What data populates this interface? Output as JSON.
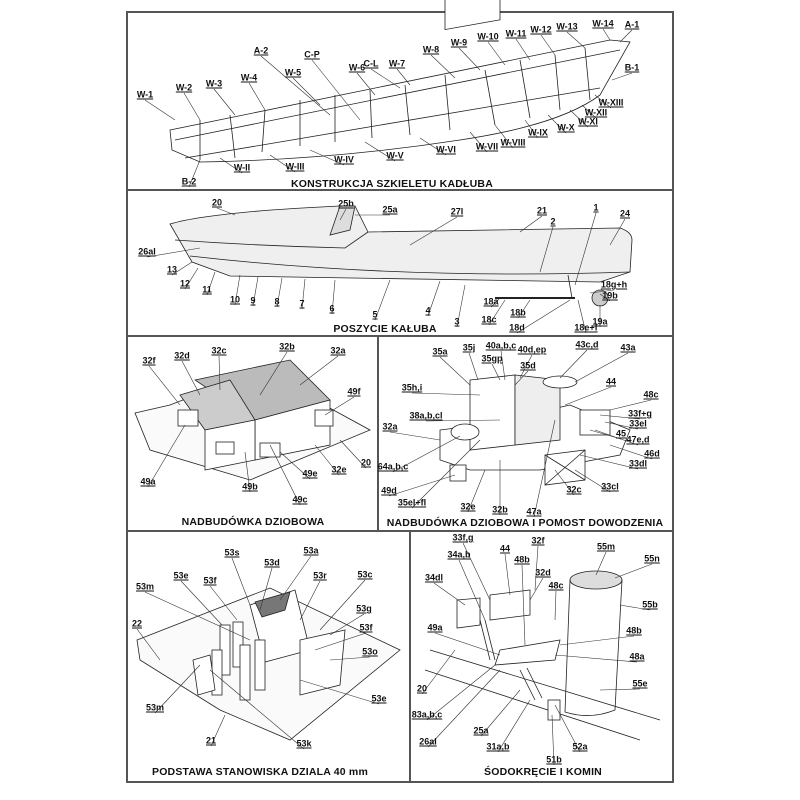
{
  "panels": [
    {
      "title": "KONSTRUKCJA SZKIELETU KADŁUBA",
      "labels": [
        "W-1",
        "W-2",
        "W-3",
        "W-4",
        "W-5",
        "A-2",
        "C-P",
        "W-6",
        "C-L",
        "W-7",
        "W-8",
        "W-9",
        "W-10",
        "W-11",
        "W-12",
        "W-13",
        "W-14",
        "A-1",
        "B-1",
        "W-XIII",
        "W-XII",
        "W-XI",
        "W-X",
        "W-IX",
        "W-VIII",
        "W-VII",
        "W-VI",
        "W-V",
        "W-IV",
        "W-III",
        "W-II",
        "B-2"
      ]
    },
    {
      "title": "POSZYCIE KAŁUBA",
      "labels": [
        "20",
        "25b",
        "25a",
        "27l",
        "21",
        "2",
        "1",
        "24",
        "26al",
        "13",
        "12",
        "11",
        "10",
        "9",
        "8",
        "7",
        "6",
        "5",
        "4",
        "3",
        "18a",
        "18c",
        "18b",
        "18d",
        "18g+h",
        "19b",
        "19a",
        "18e+f"
      ]
    },
    {
      "title": "NADBUDÓWKA DZIOBOWA",
      "labels": [
        "32f",
        "32d",
        "32c",
        "32b",
        "32a",
        "49f",
        "20",
        "32e",
        "49e",
        "49c",
        "49b",
        "49a"
      ]
    },
    {
      "title": "NADBUDÓWKA DZIOBOWA I POMOST DOWODZENIA",
      "labels": [
        "35a",
        "35j",
        "40a,b,c",
        "35gp",
        "40d,ep",
        "35d",
        "43c,d",
        "43a",
        "44",
        "48c",
        "35h,i",
        "33f+g",
        "33el",
        "38a,b,cl",
        "32a",
        "45",
        "47e,d",
        "46d",
        "33dl",
        "64a,b,c",
        "33cl",
        "32c",
        "49d",
        "35el+fl",
        "32e",
        "32b",
        "47a"
      ]
    },
    {
      "title": "PODSTAWA STANOWISKA DZIALA 40 mm",
      "labels": [
        "53s",
        "53a",
        "53d",
        "53e",
        "53f",
        "53r",
        "53c",
        "53m",
        "22",
        "53g",
        "53f",
        "53o",
        "53e",
        "53m",
        "21",
        "53k"
      ]
    },
    {
      "title": "ŚODOKRĘCIE I KOMIN",
      "labels": [
        "33f,g",
        "32f",
        "34a,b",
        "44",
        "48b",
        "55m",
        "55n",
        "32d",
        "34dl",
        "48c",
        "55b",
        "49a",
        "48b",
        "48a",
        "55e",
        "20",
        "83a,b,c",
        "25a",
        "26al",
        "31a,b",
        "52a",
        "51b"
      ]
    }
  ]
}
